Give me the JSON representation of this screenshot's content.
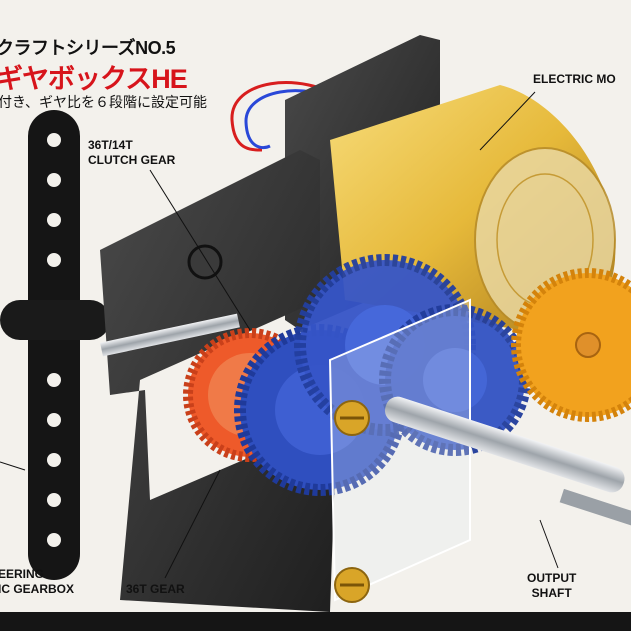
{
  "header": {
    "series": "クラフトシリーズNO.5",
    "product": "ギヤボックスHE",
    "subtitle": "付き、ギヤ比を６段階に設定可能"
  },
  "labels": {
    "motor": "ELECTRIC MO",
    "clutch_line1": "36T/14T",
    "clutch_line2": "CLUTCH GEAR",
    "steer_line1": "EERING",
    "steer_line2": "IC GEARBOX",
    "gear36": "36T GEAR",
    "output_line1": "OUTPUT",
    "output_line2": "SHAFT"
  },
  "colors": {
    "background": "#f3f1ec",
    "title_red": "#d7141b",
    "frame": "#2b2b2b",
    "motor_gold": "#e6b93a",
    "gear_blue": "#2f4fbf",
    "gear_orange": "#ee5a2a",
    "gear_yellow": "#f2a21e",
    "shaft_silver": "#bfc3c8"
  }
}
